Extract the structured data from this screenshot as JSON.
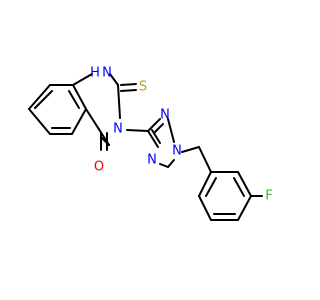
{
  "molecule": {
    "atom_labels": {
      "nh": "H",
      "n_nh": "N",
      "s": "S",
      "n3": "N",
      "o": "O",
      "tz_n2": "N",
      "tz_n1": "N",
      "tz_n4": "N",
      "f": "F"
    },
    "colors": {
      "N": "#0000ff",
      "O": "#ff0000",
      "S": "#b8a000",
      "F": "#33bb33",
      "H": "#0000ff"
    }
  }
}
